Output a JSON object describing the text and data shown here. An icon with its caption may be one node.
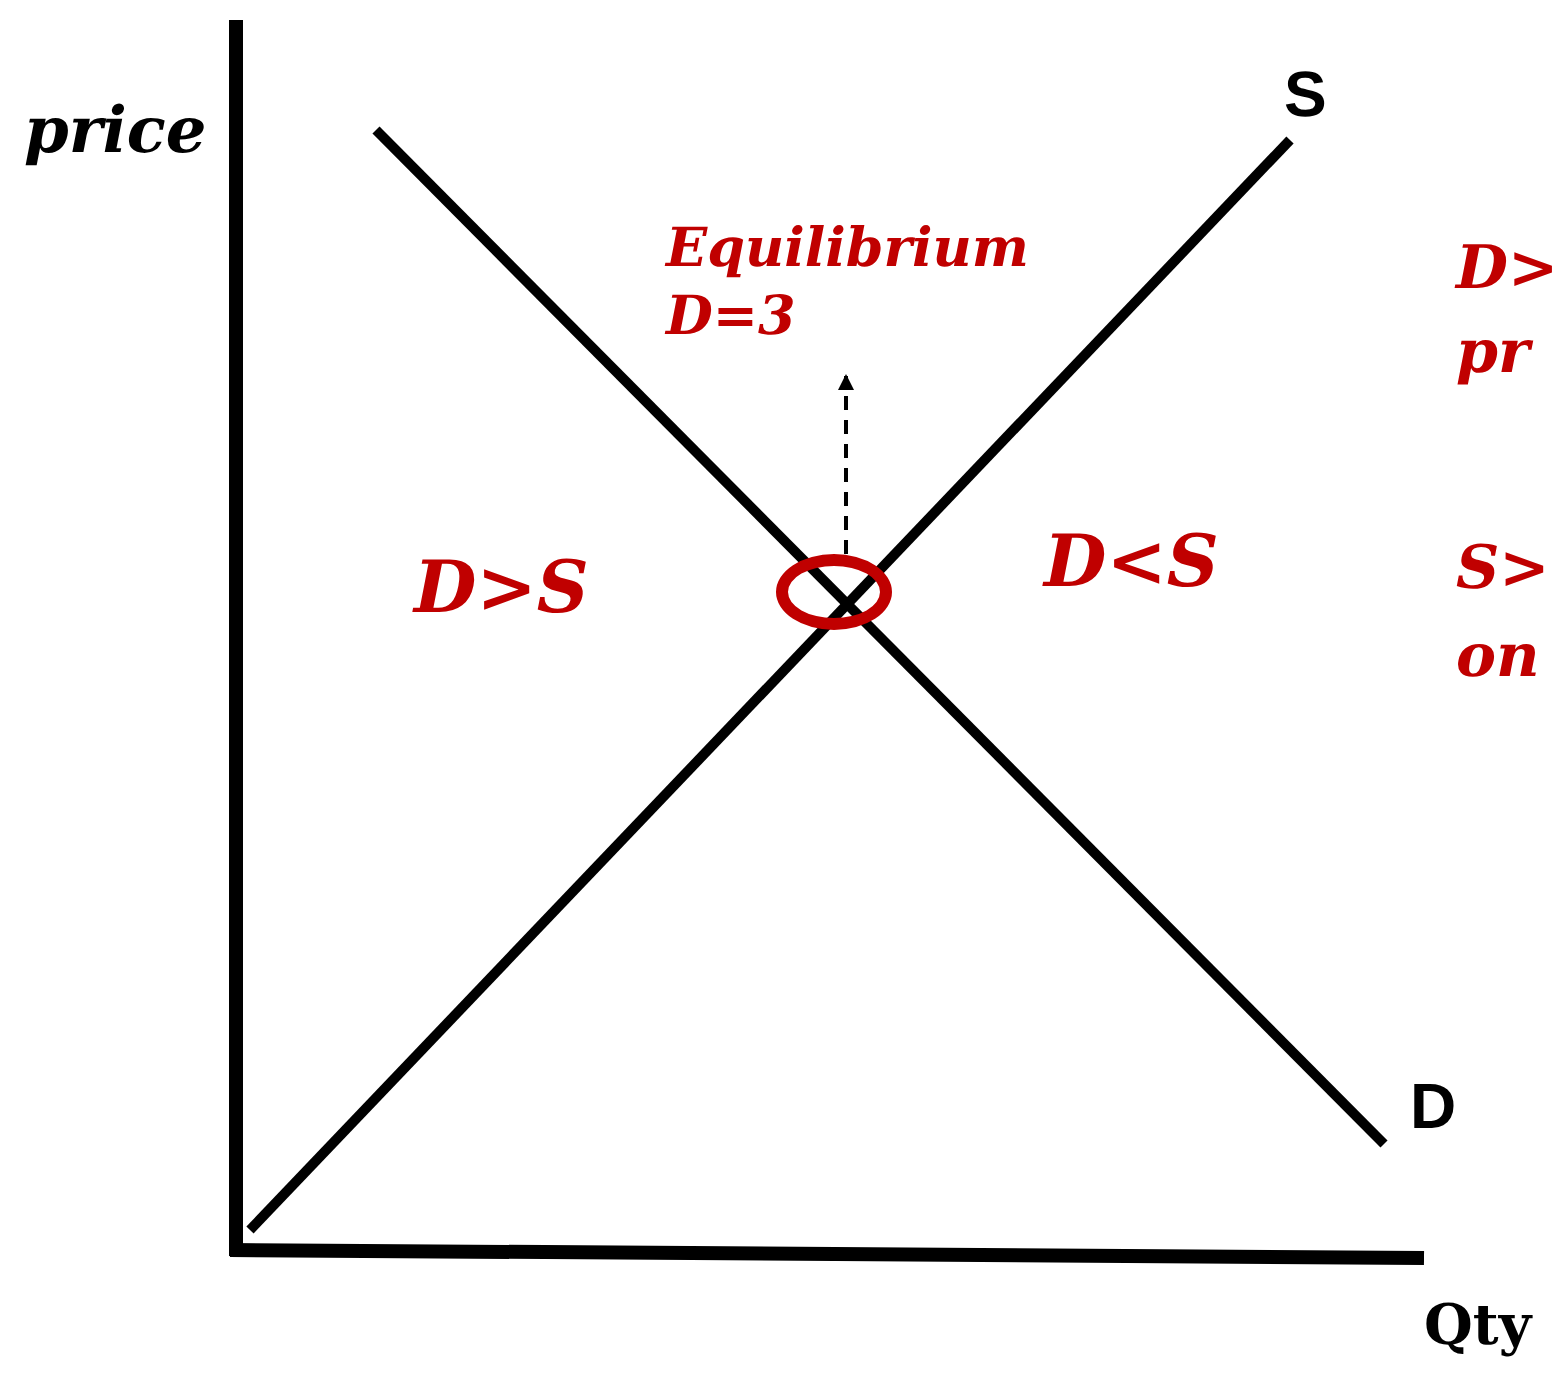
{
  "diagram": {
    "nodes": [
      {
        "text": [],
        "shape": "circle"
      },
      {
        "text": [
          "Equilibrium D=3"
        ]
      }
    ],
    "edges": [
      {
        "from": 0,
        "to": 1,
        "arrow": "to",
        "style": "dashed"
      }
    ],
    "labels": [
      "price",
      "S",
      "D>",
      "pr",
      "D<S",
      "D>S",
      "S>",
      "on",
      "D",
      "Qty"
    ]
  }
}
